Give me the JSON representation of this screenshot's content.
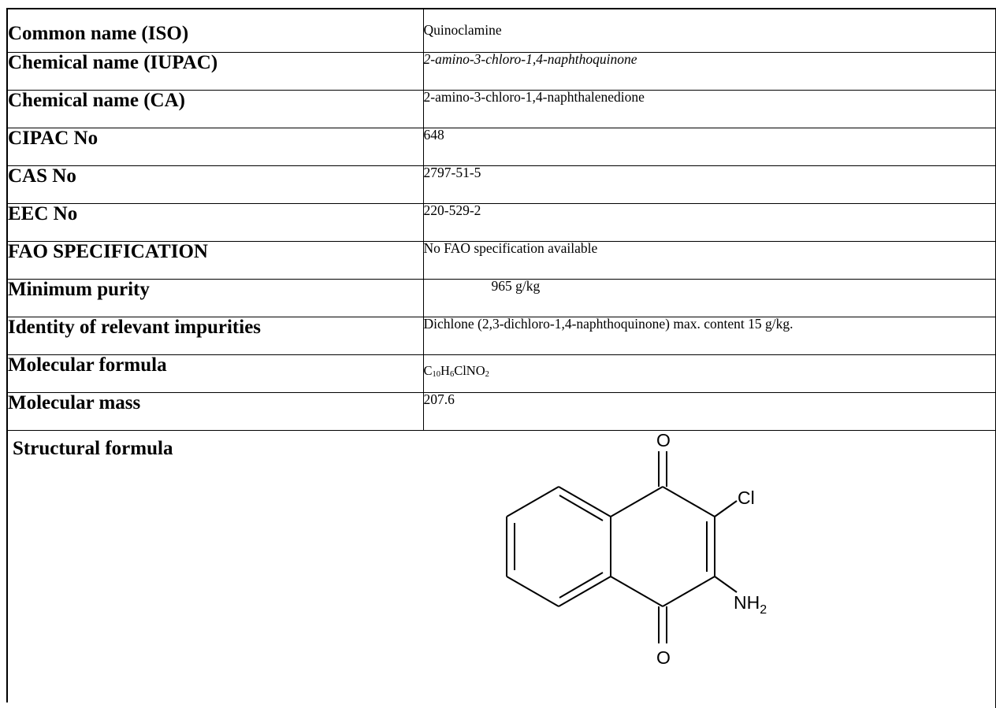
{
  "rows": [
    {
      "label": "Common name (ISO)",
      "value": "Quinoclamine"
    },
    {
      "label": "Chemical name (IUPAC)",
      "value": "2-amino-3-chloro-1,4-naphthoquinone"
    },
    {
      "label": "Chemical name (CA)",
      "value": "2-amino-3-chloro-1,4-naphthalenedione"
    },
    {
      "label": "CIPAC No",
      "value": "648"
    },
    {
      "label": "CAS No",
      "value": "2797-51-5"
    },
    {
      "label": "EEC No",
      "value": "220-529-2"
    },
    {
      "label": "FAO SPECIFICATION",
      "value": "No FAO specification available"
    },
    {
      "label": "Minimum purity",
      "value": "965 g/kg"
    },
    {
      "label": "Identity of relevant impurities",
      "value": "Dichlone (2,3-dichloro-1,4-naphthoquinone) max. content 15 g/kg."
    },
    {
      "label": "Molecular formula",
      "value": {
        "c": "C",
        "c_n": "10",
        "h": "H",
        "h_n": "6",
        "mid": "ClNO",
        "o_n": "2"
      }
    },
    {
      "label": "Molecular mass",
      "value": "207.6"
    }
  ],
  "structure": {
    "label": "Structural formula",
    "atoms": {
      "o_top": "O",
      "cl": "Cl",
      "nh": "NH",
      "nh_sub": "2",
      "o_bottom": "O"
    }
  }
}
